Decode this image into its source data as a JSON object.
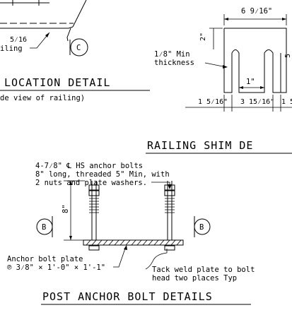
{
  "drawing": {
    "location_detail": {
      "title": "LOCATION DETAIL",
      "note": "de view of railing)",
      "callout_fraction": "5⁄16",
      "callout_text": "iling",
      "section_marker": "C"
    },
    "railing_shim": {
      "title": "RAILING SHIM DE",
      "dim_top_width": "6 9⁄16\"",
      "dim_height": "2\"",
      "dim_right_partial": "5",
      "min_thickness_line1": "1⁄8\" Min",
      "min_thickness_line2": "thickness",
      "dim_slot_width": "1\"",
      "dim_left": "1 5⁄16\"",
      "dim_center": "3 15⁄16\"",
      "dim_right": "1 5"
    },
    "post_anchor": {
      "title": "POST ANCHOR BOLT DETAILS",
      "note_line1": "4-7⁄8\" ℄ HS anchor bolts",
      "note_line2": "8\" long, threaded 5\" Min, with",
      "note_line3": "2 nuts and plate washers.",
      "dim_bolt_length": "8\"",
      "section_left": "B",
      "section_right": "B",
      "plate_line1": "Anchor bolt plate",
      "plate_line2": "℗ 3⁄8\" × 1'-0\" × 1'-1\"",
      "weld_line1": "Tack weld plate to bolt",
      "weld_line2": "head two places Typ"
    }
  }
}
